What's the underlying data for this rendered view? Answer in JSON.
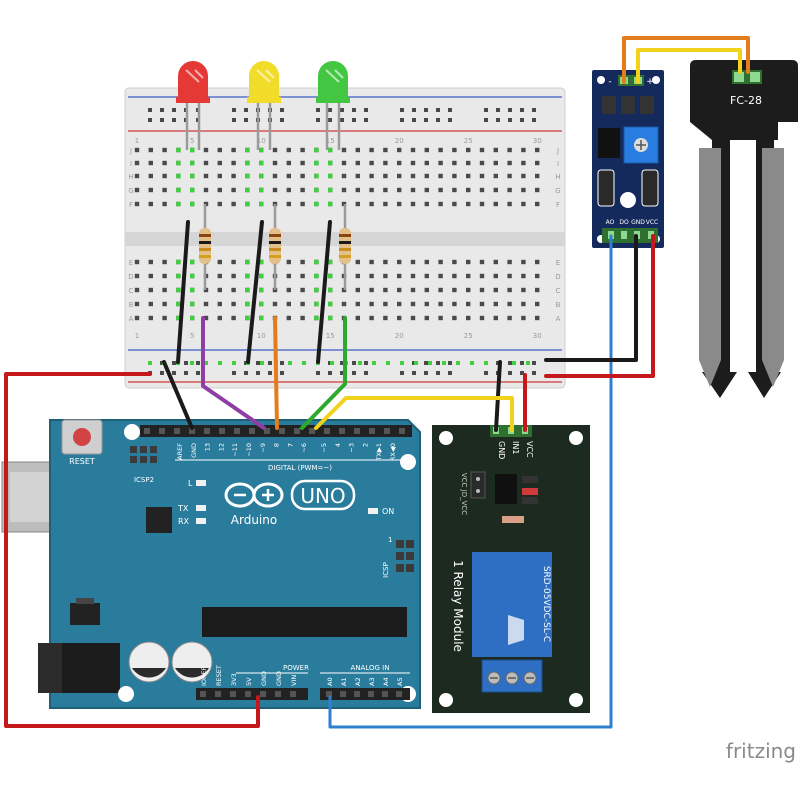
{
  "breadboard": {
    "col_numbers": [
      "1",
      "5",
      "10",
      "15",
      "20",
      "25",
      "30"
    ],
    "row_letters_top": [
      "J",
      "I",
      "H",
      "G",
      "F"
    ],
    "row_letters_bottom": [
      "E",
      "D",
      "C",
      "B",
      "A"
    ]
  },
  "leds": [
    {
      "color": "#e53935",
      "name": "red"
    },
    {
      "color": "#f2dc2a",
      "name": "yellow"
    },
    {
      "color": "#43c743",
      "name": "green"
    }
  ],
  "arduino": {
    "reset_label": "RESET",
    "icsp2_label": "ICSP2",
    "aref_label": "AREF",
    "gnd_label": "GND",
    "digital_pins": [
      "13",
      "12",
      "~11",
      "~10",
      "~9",
      "8",
      "7",
      "~6",
      "~5",
      "4",
      "~3",
      "2",
      "TX▶1",
      "RX◀0"
    ],
    "digital_label": "DIGITAL (PWM=~)",
    "l_label": "L",
    "tx_label": "TX",
    "rx_label": "RX",
    "brand": "Arduino",
    "model": "UNO",
    "on_label": "ON",
    "icsp_label": "ICSP",
    "icsp_pin1": "1",
    "power_label": "POWER",
    "analog_label": "ANALOG IN",
    "power_pins": [
      "IOREF",
      "RESET",
      "3V3",
      "5V",
      "GND",
      "GND",
      "VIN"
    ],
    "analog_pins": [
      "A0",
      "A1",
      "A2",
      "A3",
      "A4",
      "A5"
    ],
    "colors": {
      "board": "#2a7c9d",
      "board_dark": "#1f5f78",
      "headers": "#222222"
    }
  },
  "relay": {
    "pins": [
      "GND",
      "IN1",
      "VCC"
    ],
    "jumper_label": "VCC JD_VCC",
    "module_label": "1 Relay Module",
    "relay_model": "SRD-05VDC-SL-C",
    "colors": {
      "board": "#1c2a20"
    }
  },
  "sensor_module": {
    "top_pins": [
      "-",
      "+"
    ],
    "bottom_pins": [
      "AO",
      "DO",
      "GND",
      "VCC"
    ]
  },
  "probe": {
    "label": "FC-28"
  },
  "wire_colors": {
    "red": "#c4181c",
    "black": "#1a1a1a",
    "purple": "#8e3fa3",
    "orange": "#e37c1a",
    "green": "#2fa82f",
    "yellow": "#f2d21a",
    "blue": "#2f7fd0"
  },
  "watermark": "fritzing"
}
